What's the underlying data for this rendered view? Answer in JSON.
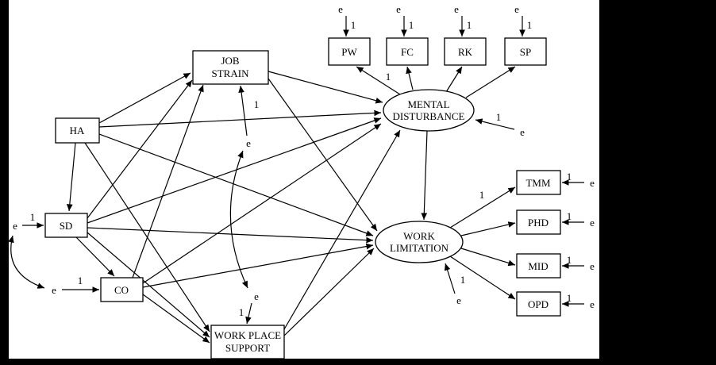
{
  "diagram": {
    "latent_variables": {
      "mental_disturbance": {
        "line1": "MENTAL",
        "line2": "DISTURBANCE"
      },
      "work_limitation": {
        "line1": "WORK",
        "line2": "LIMITATION"
      }
    },
    "predictors": {
      "ha": "HA",
      "sd": "SD",
      "co": "CO"
    },
    "mediators": {
      "job_strain": {
        "line1": "JOB",
        "line2": "STRAIN"
      },
      "work_place_support": {
        "line1": "WORK PLACE",
        "line2": "SUPPORT"
      }
    },
    "mental_disturbance_indicators": {
      "pw": "PW",
      "fc": "FC",
      "rk": "RK",
      "sp": "SP"
    },
    "work_limitation_indicators": {
      "tmm": "TMM",
      "phd": "PHD",
      "mid": "MID",
      "opd": "OPD"
    },
    "error_label": "e",
    "fixed_loading_label": "1",
    "colors": {
      "line": "#000000",
      "background": "#ffffff",
      "border": "#000000"
    }
  }
}
